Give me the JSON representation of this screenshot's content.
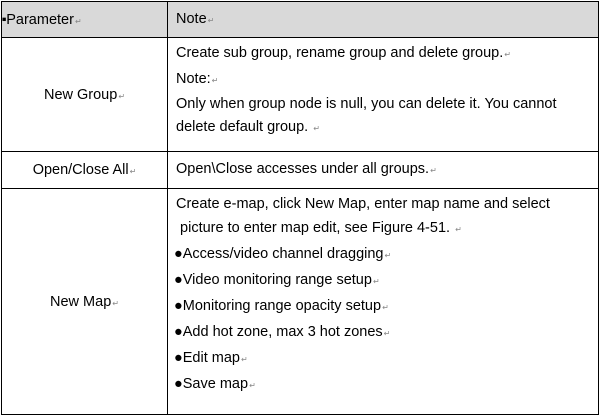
{
  "table": {
    "headers": [
      "Parameter",
      "Note"
    ],
    "rows": [
      {
        "parameter": "New Group",
        "notes": [
          "Create sub group, rename group and delete group.",
          "Note:",
          "Only when  group node is null, you can delete it. You cannot",
          "delete default group. "
        ]
      },
      {
        "parameter": "Open/Close All",
        "notes": [
          "Open\\Close accesses under all groups."
        ]
      },
      {
        "parameter": "New Map",
        "notes": [
          "Create e-map, click New Map, enter map name and select",
          " picture to enter map edit, see Figure 4-51. "
        ],
        "bullets": [
          "Access/video channel dragging",
          "Video monitoring range setup",
          "Monitoring range opacity setup",
          "Add hot zone, max 3 hot zones",
          "Edit map",
          "Save map"
        ]
      }
    ]
  },
  "bullet_glyph": "●"
}
